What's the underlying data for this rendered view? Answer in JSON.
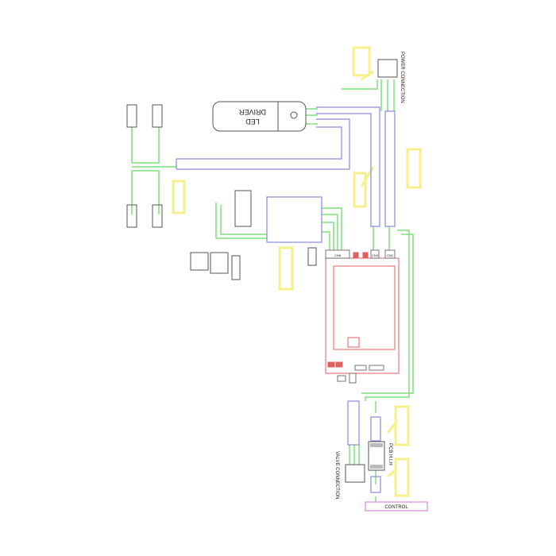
{
  "diagram": {
    "power_connection_label": "POWER CONNECTION",
    "led_driver_label_line1": "LED",
    "led_driver_label_line2": "DRIVER",
    "valve_connection_label": "VALVE CONNECTION",
    "pcb_label": "PCB H.I.H",
    "control_label": "CONTROL",
    "connector_labels": [
      "CN8",
      "CN3",
      "CN1"
    ],
    "colors": {
      "wire": "#7fe07f",
      "tube": "#8a8ad8",
      "pcb": "#e06060",
      "highlight": "#f5f08a",
      "control": "#d070d0",
      "outline": "#555555"
    }
  }
}
